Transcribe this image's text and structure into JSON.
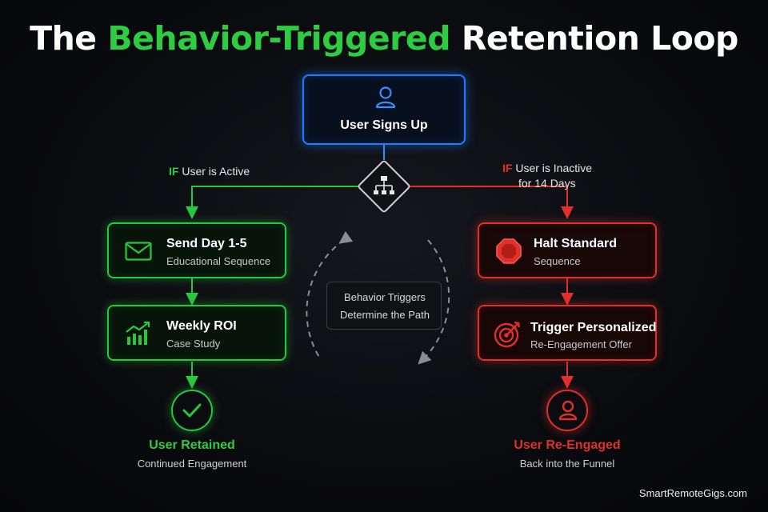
{
  "title": {
    "part1": "The ",
    "accent": "Behavior-Triggered",
    "part2": " Retention Loop"
  },
  "start": {
    "label": "User Signs Up",
    "icon": "user-icon"
  },
  "decision": {
    "icon": "branch-icon"
  },
  "branch_active": {
    "if": "IF",
    "text": " User is Active"
  },
  "branch_inactive": {
    "if": "IF",
    "text_line1": " User is Inactive",
    "text_line2": "for 14 Days"
  },
  "left_steps": [
    {
      "title": "Send Day 1-5",
      "subtitle": "Educational Sequence",
      "icon": "mail-icon"
    },
    {
      "title": "Weekly ROI",
      "subtitle": "Case Study",
      "icon": "chart-growth-icon"
    }
  ],
  "right_steps": [
    {
      "title": "Halt Standard",
      "subtitle": "Sequence",
      "icon": "stop-icon"
    },
    {
      "title": "Trigger Personalized",
      "subtitle": "Re-Engagement Offer",
      "icon": "target-icon"
    }
  ],
  "center": {
    "line1": "Behavior Triggers",
    "line2": "Determine the Path"
  },
  "outcome_left": {
    "title": "User Retained",
    "subtitle": "Continued Engagement",
    "icon": "check-circle-icon"
  },
  "outcome_right": {
    "title": "User Re-Engaged",
    "subtitle": "Back into the Funnel",
    "icon": "user-circle-icon"
  },
  "brand": "SmartRemoteGigs.com",
  "colors": {
    "green": "#28c83c",
    "red": "#e0302a",
    "blue": "#1f7bff"
  }
}
